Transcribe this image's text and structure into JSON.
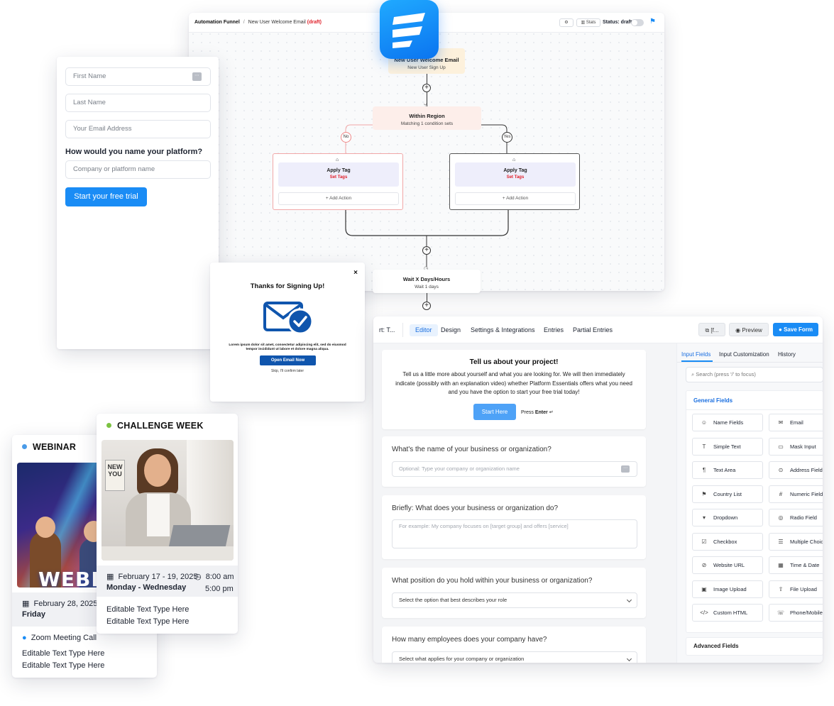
{
  "automation": {
    "breadcrumb_root": "Automation Funnel",
    "breadcrumb_sep": "/",
    "breadcrumb_page": "New User Welcome Email",
    "breadcrumb_state": "(draft)",
    "stats_label": "Stats",
    "status_label": "Status: draft",
    "trigger_title": "New User Welcome Email",
    "trigger_subtitle": "New User Sign Up",
    "condition_title": "Within Region",
    "condition_subtitle": "Matching 1 condition sets",
    "no_label": "No",
    "yes_label": "Yes",
    "branches": [
      {
        "title": "Apply Tag",
        "subtitle": "Set Tags",
        "add_label": "Add Action"
      },
      {
        "title": "Apply Tag",
        "subtitle": "Set Tags",
        "add_label": "Add Action"
      }
    ],
    "wait_title": "Wait X Days/Hours",
    "wait_subtitle": "Wait 1 days",
    "colors": {
      "accent": "#1a8cf5",
      "draft": "#e0202a",
      "trigger_bg": "#fdf1dc",
      "condition_bg": "#fdeeea",
      "no_border": "#f1a7a7"
    }
  },
  "signup": {
    "first_name_placeholder": "First Name",
    "last_name_placeholder": "Last Name",
    "email_placeholder": "Your Email Address",
    "question": "How would you name your platform?",
    "company_placeholder": "Company or platform name",
    "cta": "Start your free trial"
  },
  "thanks": {
    "close": "×",
    "title": "Thanks for Signing Up!",
    "body": "Lorem ipsum dolor sit amet, consectetur adipiscing elit, sed do eiusmod tempor incididunt ut labore et dolore magna aliqua.",
    "button": "Open Email Now",
    "skip": "Skip, I'll confirm later"
  },
  "webinar": {
    "label": "WEBINAR",
    "image_text": "WEBIN",
    "date": "February 28, 2025",
    "day": "Friday",
    "location": "Zoom Meeting Call",
    "text1": "Editable Text Type Here",
    "text2": "Editable Text Type Here"
  },
  "challenge": {
    "label": "CHALLENGE WEEK",
    "sign_text": "NEW YOU",
    "date": "February 17 - 19, 2025",
    "days": "Monday - Wednesday",
    "time_start": "8:00 am",
    "time_end": "5:00 pm",
    "text1": "Editable Text Type Here",
    "text2": "Editable Text Type Here"
  },
  "builder": {
    "nav_prefix": "rt: T...",
    "tabs": [
      "Editor",
      "Design",
      "Settings & Integrations",
      "Entries",
      "Partial Entries"
    ],
    "shortcode_label": "[f...",
    "preview_label": "Preview",
    "save_label": "Save Form",
    "intro_title": "Tell us about your project!",
    "intro_body": "Tell us a little more about yourself and what you are looking for. We will then immediately indicate (possibly with an explanation video) whether Platform Essentials offers what you need and you have the option to start your free trial today!",
    "start_label": "Start Here",
    "press_label": "Press",
    "enter_label": "Enter",
    "enter_symbol": "↵",
    "q1": "What's the name of your business or organization?",
    "q1_placeholder": "Optional: Type your company or organization name",
    "q2": "Briefly: What does your business or organization do?",
    "q2_placeholder": "For example: My company focuses on [target group] and offers [service]",
    "q3": "What position do you hold within your business or organization?",
    "q3_select": "Select the option that best describes your role",
    "q4": "How many employees does your company have?",
    "q4_select": "Select what applies for your company or organization",
    "side_tabs": [
      "Input Fields",
      "Input Customization",
      "History"
    ],
    "search_placeholder": "Search (press '/' to focus)",
    "general_heading": "General Fields",
    "advanced_heading": "Advanced Fields",
    "fields": [
      {
        "icon": "☺",
        "label": "Name Fields"
      },
      {
        "icon": "✉",
        "label": "Email"
      },
      {
        "icon": "T",
        "label": "Simple Text"
      },
      {
        "icon": "▭",
        "label": "Mask Input"
      },
      {
        "icon": "¶",
        "label": "Text Area"
      },
      {
        "icon": "⊙",
        "label": "Address Fields"
      },
      {
        "icon": "⚑",
        "label": "Country List"
      },
      {
        "icon": "#",
        "label": "Numeric Field"
      },
      {
        "icon": "▾",
        "label": "Dropdown"
      },
      {
        "icon": "◎",
        "label": "Radio Field"
      },
      {
        "icon": "☑",
        "label": "Checkbox"
      },
      {
        "icon": "☰",
        "label": "Multiple Choice"
      },
      {
        "icon": "⊘",
        "label": "Website URL"
      },
      {
        "icon": "▦",
        "label": "Time & Date"
      },
      {
        "icon": "▣",
        "label": "Image Upload"
      },
      {
        "icon": "⇧",
        "label": "File Upload"
      },
      {
        "icon": "</>",
        "label": "Custom HTML"
      },
      {
        "icon": "☏",
        "label": "Phone/Mobile"
      }
    ]
  }
}
